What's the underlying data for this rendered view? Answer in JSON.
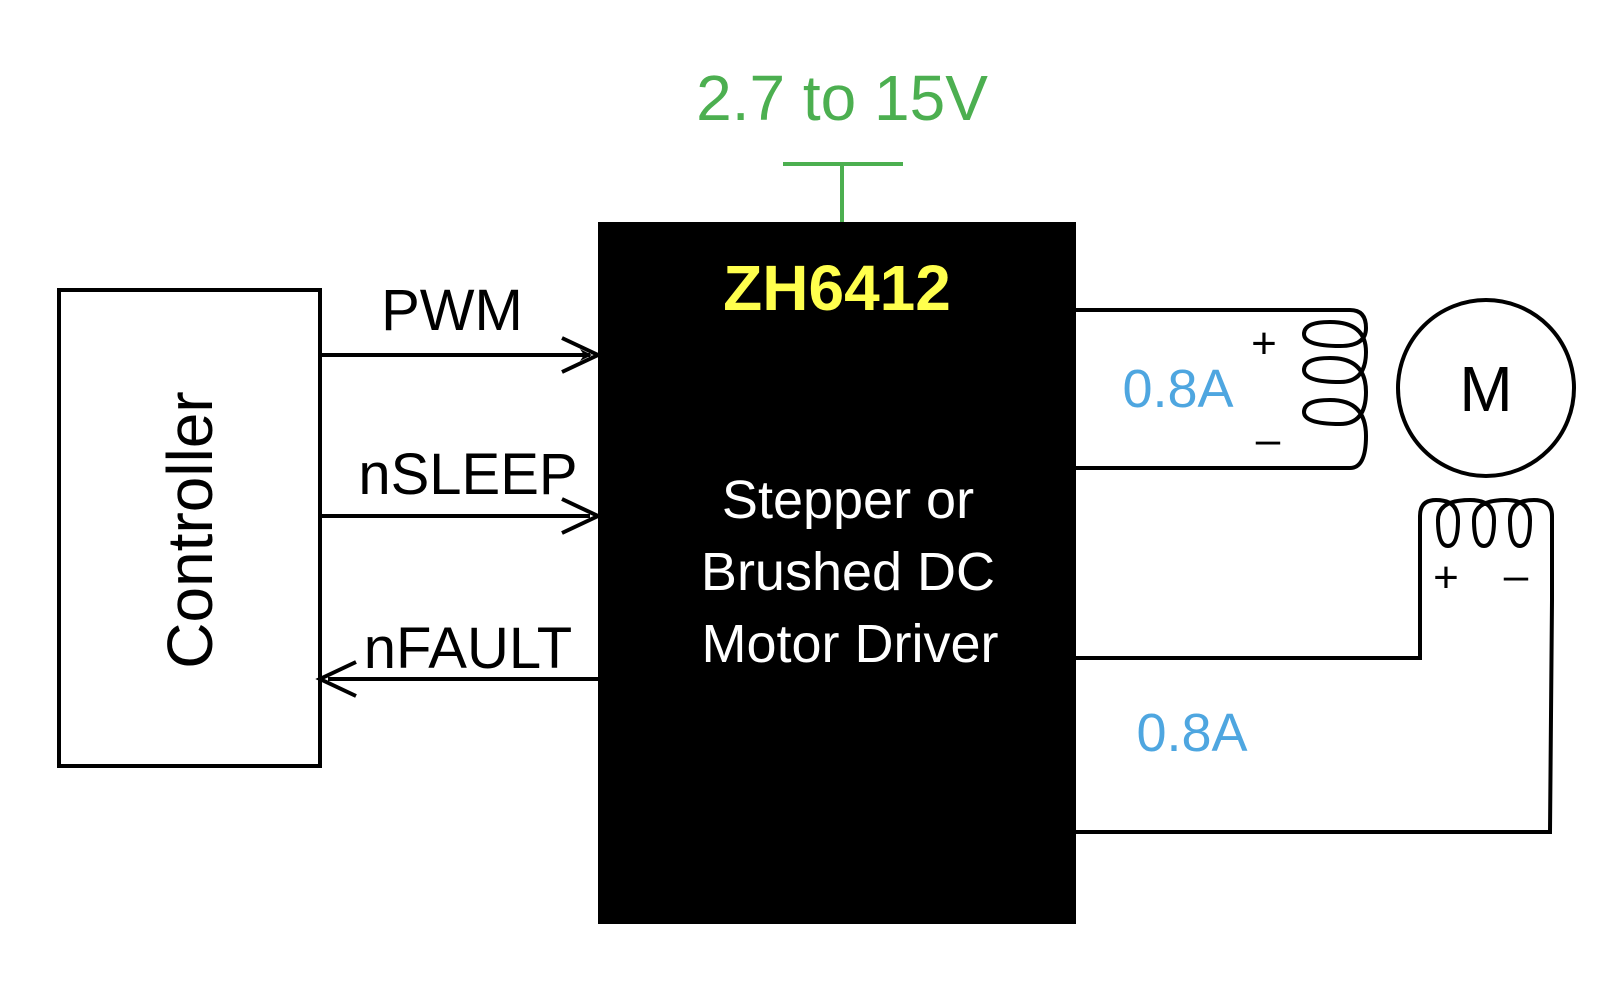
{
  "supply": {
    "voltage_label": "2.7 to 15V",
    "color": "#4caf50"
  },
  "controller": {
    "label": "Controller"
  },
  "driver": {
    "part_number": "ZH6412",
    "part_color": "#ffff4d",
    "description_lines": [
      "Stepper or",
      "Brushed DC",
      "Motor Driver"
    ],
    "fill": "#000000"
  },
  "signals": {
    "pwm": "PWM",
    "nsleep": "nSLEEP",
    "nfault": "nFAULT"
  },
  "outputs": {
    "current_a": "0.8A",
    "current_b": "0.8A",
    "current_color": "#4ea6e0"
  },
  "winding": {
    "plus": "+",
    "minus": "–"
  },
  "motor": {
    "label": "M",
    "plus": "+",
    "minus": "–"
  }
}
